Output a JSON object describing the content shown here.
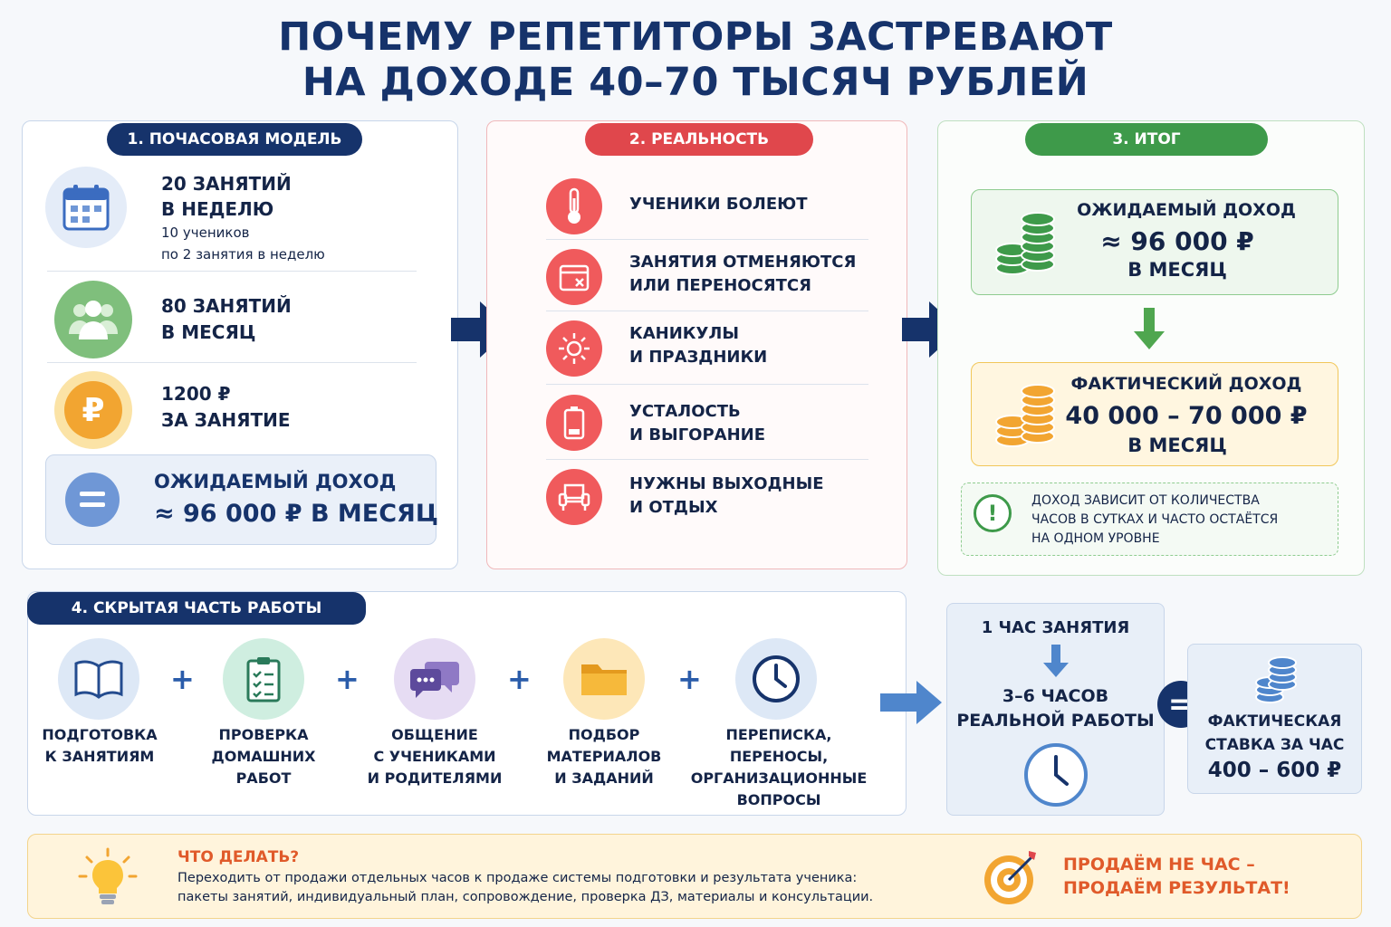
{
  "title": {
    "line1": "ПОЧЕМУ РЕПЕТИТОРЫ ЗАСТРЕВАЮТ",
    "line2": "НА ДОХОДЕ 40–70 ТЫСЯЧ РУБЛЕЙ"
  },
  "colors": {
    "navy": "#16336b",
    "red": "#e0474c",
    "green": "#3e9a4a",
    "orange": "#f0a030"
  },
  "section1": {
    "label": "1. ПОЧАСОВАЯ МОДЕЛЬ",
    "items": [
      {
        "icon": "calendar-icon",
        "title1": "20 ЗАНЯТИЙ",
        "title2": "В НЕДЕЛЮ",
        "sub1": "10 учеников",
        "sub2": "по 2 занятия в неделю"
      },
      {
        "icon": "people-icon",
        "title1": "80 ЗАНЯТИЙ",
        "title2": "В МЕСЯЦ"
      },
      {
        "icon": "ruble-coin-icon",
        "coin_text": "₽",
        "title1": "1200 ₽",
        "title2": "ЗА ЗАНЯТИЕ"
      }
    ],
    "result": {
      "icon": "equals-icon",
      "label": "ОЖИДАЕМЫЙ ДОХОД",
      "value": "≈ 96 000 ₽ В МЕСЯЦ"
    }
  },
  "section2": {
    "label": "2. РЕАЛЬНОСТЬ",
    "items": [
      {
        "icon": "thermometer-icon",
        "line1": "УЧЕНИКИ БОЛЕЮТ",
        "line2": ""
      },
      {
        "icon": "cancelled-calendar-icon",
        "line1": "ЗАНЯТИЯ ОТМЕНЯЮТСЯ",
        "line2": "ИЛИ ПЕРЕНОСЯТСЯ"
      },
      {
        "icon": "sun-icon",
        "line1": "КАНИКУЛЫ",
        "line2": "И ПРАЗДНИКИ"
      },
      {
        "icon": "low-battery-icon",
        "line1": "УСТАЛОСТЬ",
        "line2": "И ВЫГОРАНИЕ"
      },
      {
        "icon": "armchair-icon",
        "line1": "НУЖНЫ ВЫХОДНЫЕ",
        "line2": "И ОТДЫХ"
      }
    ]
  },
  "section3": {
    "label": "3. ИТОГ",
    "expected": {
      "label": "ОЖИДАЕМЫЙ ДОХОД",
      "value": "≈ 96 000 ₽",
      "period": "В МЕСЯЦ"
    },
    "actual": {
      "label": "ФАКТИЧЕСКИЙ ДОХОД",
      "value": "40 000 – 70 000 ₽",
      "period": "В МЕСЯЦ"
    },
    "note": {
      "icon": "exclamation-icon",
      "mark": "!",
      "line1": "ДОХОД ЗАВИСИТ ОТ КОЛИЧЕСТВА",
      "line2": "ЧАСОВ В СУТКАХ И ЧАСТО ОСТАЁТСЯ",
      "line3": "НА ОДНОМ УРОВНЕ"
    }
  },
  "section4": {
    "label": "4. СКРЫТАЯ ЧАСТЬ РАБОТЫ",
    "plus": "+",
    "items": [
      {
        "icon": "book-icon",
        "lines": [
          "ПОДГОТОВКА",
          "К ЗАНЯТИЯМ"
        ]
      },
      {
        "icon": "checklist-icon",
        "lines": [
          "ПРОВЕРКА",
          "ДОМАШНИХ",
          "РАБОТ"
        ]
      },
      {
        "icon": "chat-icon",
        "lines": [
          "ОБЩЕНИЕ",
          "С УЧЕНИКАМИ",
          "И РОДИТЕЛЯМИ"
        ]
      },
      {
        "icon": "folder-icon",
        "lines": [
          "ПОДБОР",
          "МАТЕРИАЛОВ",
          "И ЗАДАНИЙ"
        ]
      },
      {
        "icon": "clock-icon",
        "lines": [
          "ПЕРЕПИСКА,",
          "ПЕРЕНОСЫ,",
          "ОРГАНИЗАЦИОННЫЕ",
          "ВОПРОСЫ"
        ]
      }
    ],
    "hour": {
      "top": "1 ЧАС ЗАНЯТИЯ",
      "line1": "3–6 ЧАСОВ",
      "line2": "РЕАЛЬНОЙ РАБОТЫ"
    },
    "equals": "=",
    "rate": {
      "line1": "ФАКТИЧЕСКАЯ",
      "line2": "СТАВКА ЗА ЧАС",
      "value": "400 – 600 ₽"
    }
  },
  "footer": {
    "heading": "ЧТО ДЕЛАТЬ?",
    "line1": "Переходить от продажи отдельных часов к продаже системы подготовки и результата ученика:",
    "line2": "пакеты занятий, индивидуальный план, сопровождение, проверка ДЗ, материалы и консультации.",
    "slogan1": "ПРОДАЁМ НЕ ЧАС –",
    "slogan2": "ПРОДАЁМ РЕЗУЛЬТАТ!"
  }
}
